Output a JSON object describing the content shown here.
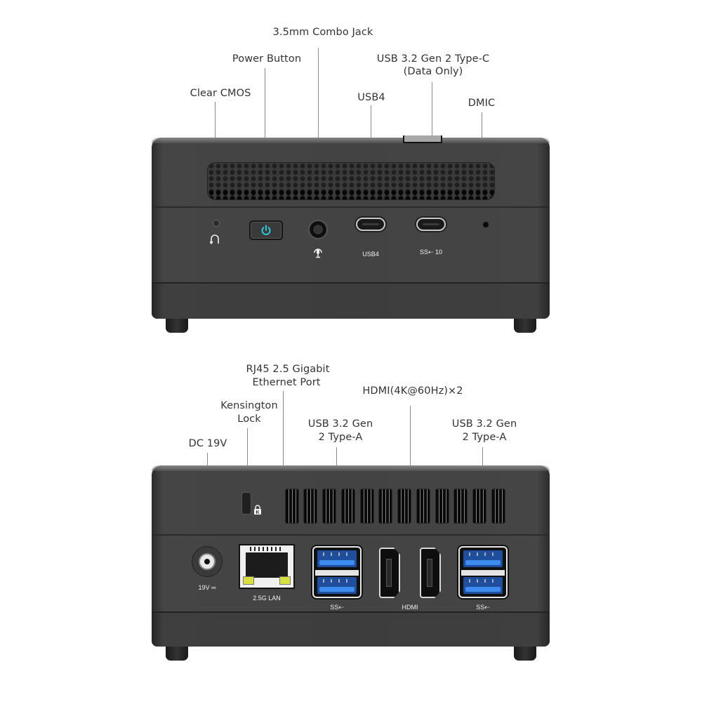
{
  "front_view": {
    "callouts": {
      "clear_cmos": "Clear CMOS",
      "power_button": "Power Button",
      "combo_jack": "3.5mm Combo Jack",
      "usb4": "USB4",
      "usb_c_line1": "USB 3.2 Gen 2 Type-C",
      "usb_c_line2": "(Data Only)",
      "dmic": "DMIC"
    },
    "port_markings": {
      "usb4": "USB4",
      "usb_c": "SS⇠ 10"
    },
    "icons": [
      "clear-cmos-icon",
      "power-icon",
      "headset-mic-icon",
      "superspeed-10-icon"
    ],
    "accent_color": "#2ec8dc"
  },
  "rear_view": {
    "callouts": {
      "dc_in": "DC 19V",
      "kensington_line1": "Kensington",
      "kensington_line2": "Lock",
      "rj45_line1": "RJ45 2.5 Gigabit",
      "rj45_line2": "Ethernet Port",
      "usb_a_left_line1": "USB 3.2 Gen",
      "usb_a_left_line2": "2 Type-A",
      "hdmi": "HDMI(4K@60Hz)×2",
      "usb_a_right_line1": "USB 3.2 Gen",
      "usb_a_right_line2": "2 Type-A"
    },
    "port_markings": {
      "dc": "19V ═",
      "lan": "2.5G LAN",
      "usb_a_left": "SS⇠",
      "hdmi": "HDMI",
      "usb_a_right": "SS⇠"
    },
    "vent_count": 12,
    "usb_blue": "#3d8cf0"
  }
}
